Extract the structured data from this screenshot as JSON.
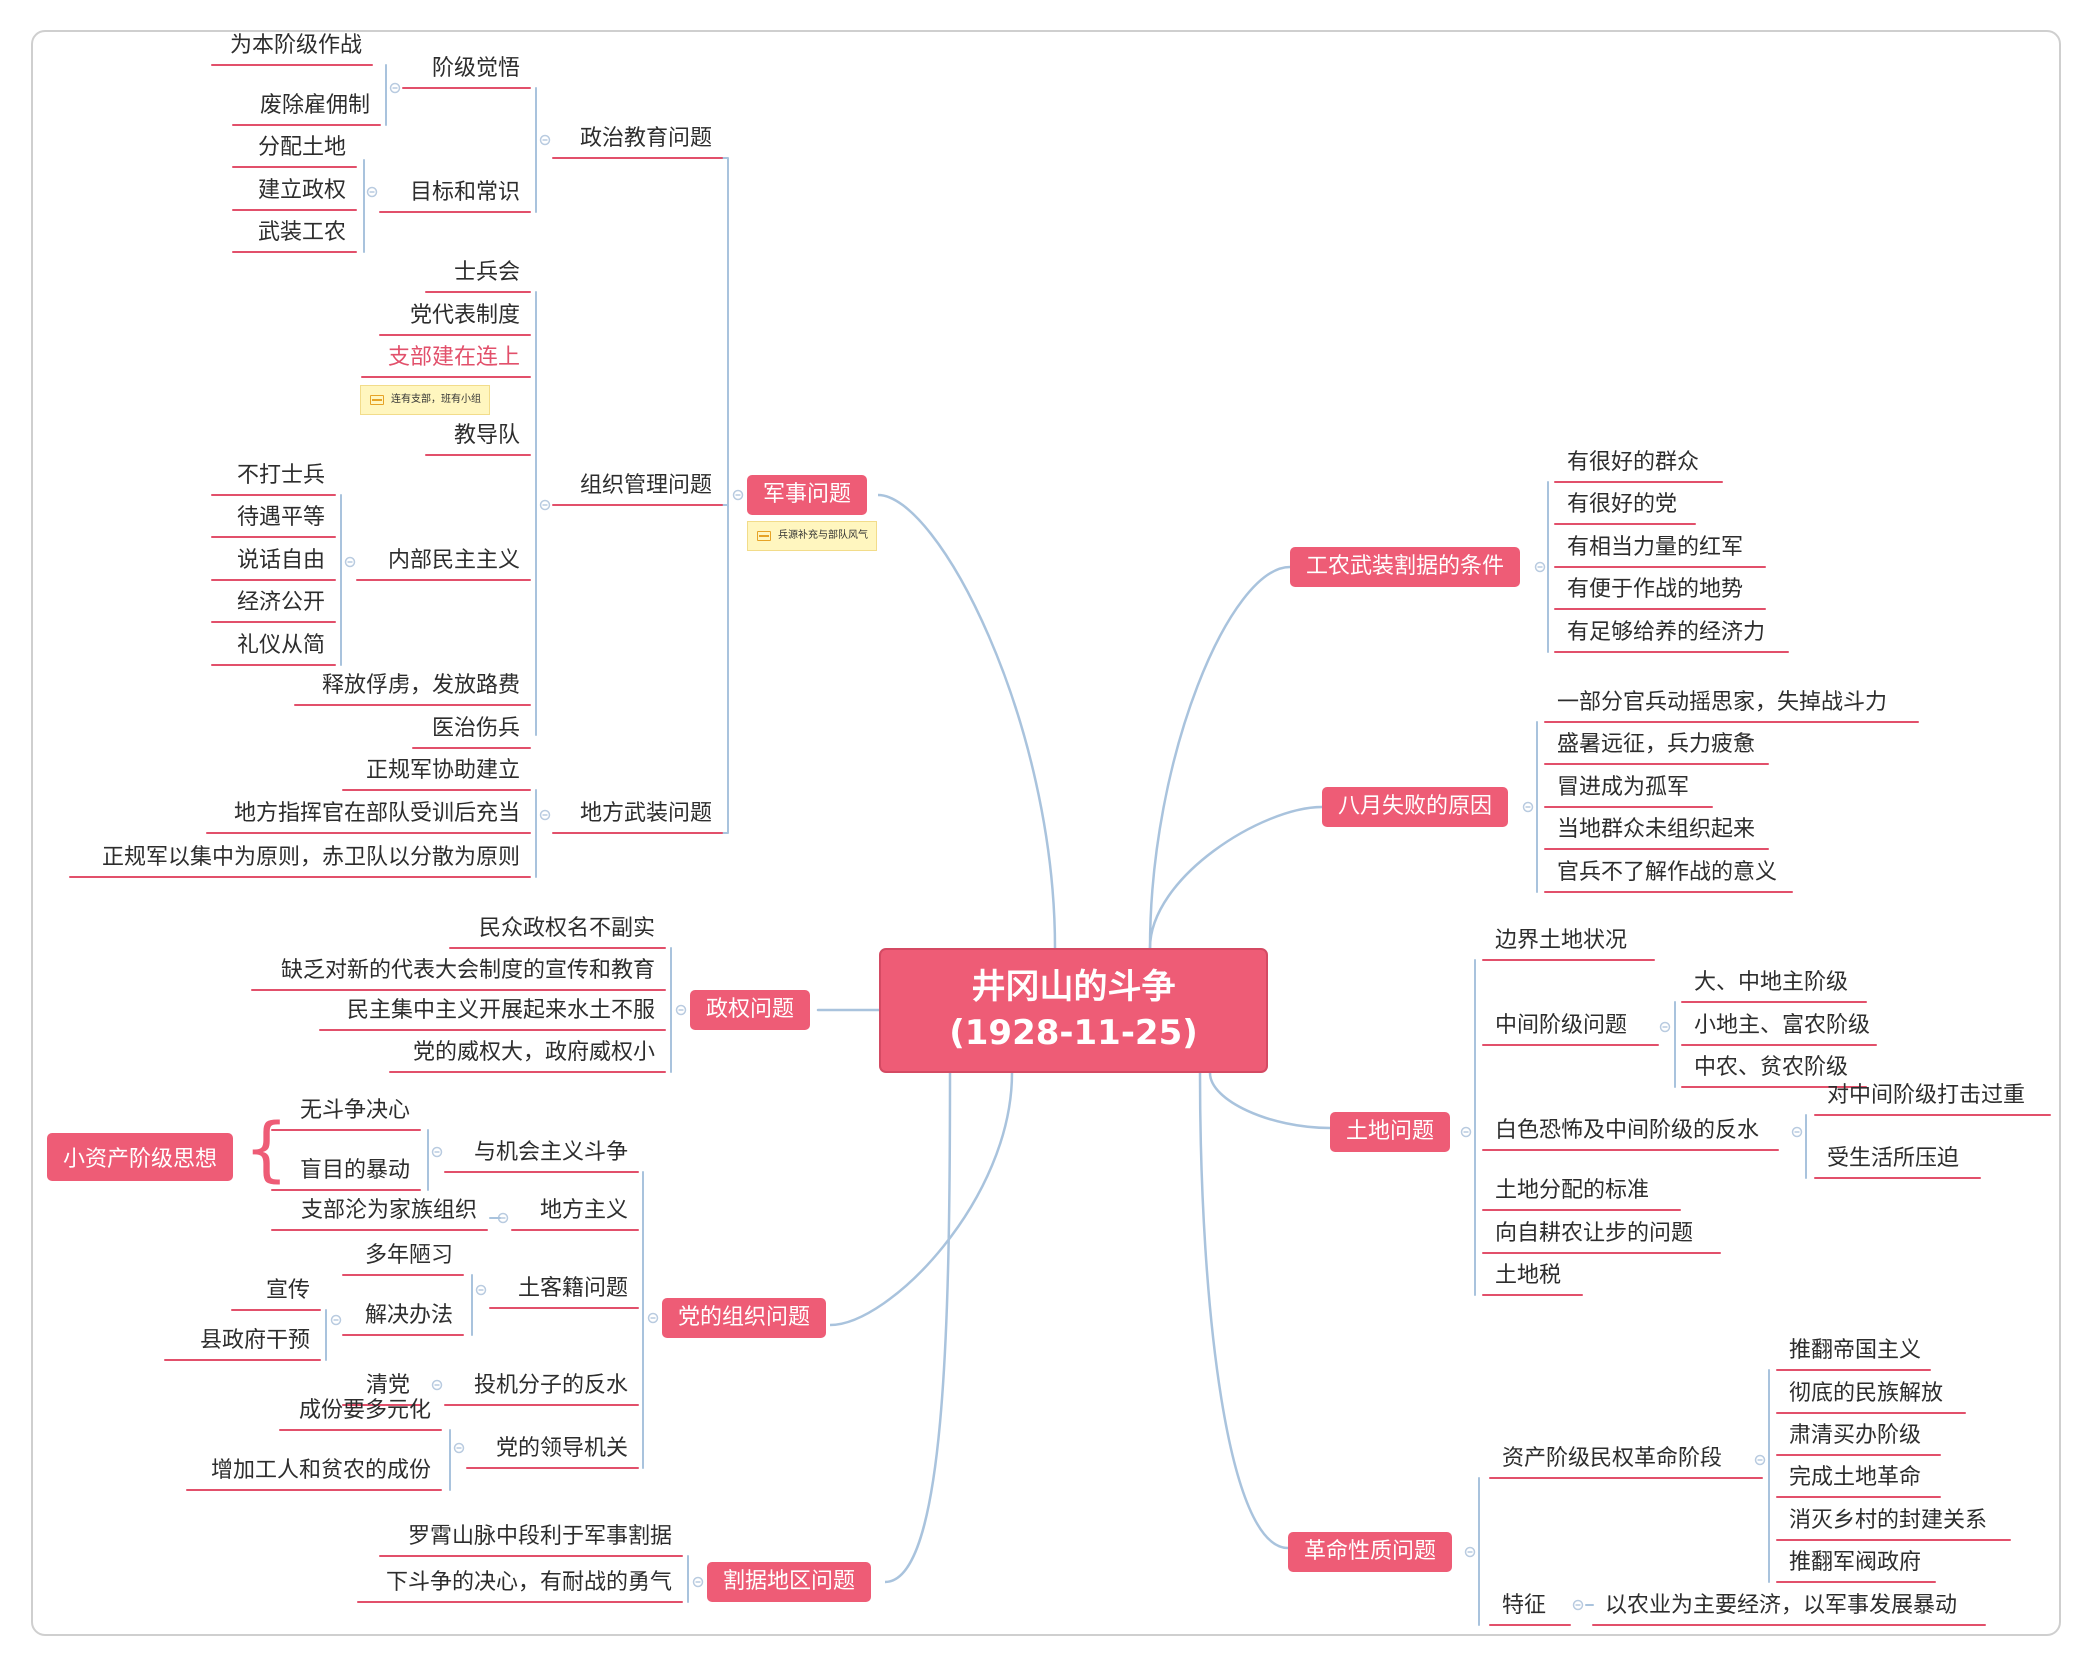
{
  "colors": {
    "branch": "#ee5c76",
    "underline": "#e2506b",
    "connector": "#a9c3dd",
    "collapse": "#b9cbe0"
  },
  "root": {
    "line1": "井冈山的斗争",
    "line2": "(1928-11-25)"
  },
  "left": {
    "military": {
      "label": "军事问题",
      "note": "兵源补充与部队风气",
      "political": {
        "label": "政治教育问题",
        "class": {
          "label": "阶级觉悟",
          "items": [
            "为本阶级作战",
            "废除雇佣制"
          ]
        },
        "goal": {
          "label": "目标和常识",
          "items": [
            "分配土地",
            "建立政权",
            "武装工农"
          ]
        }
      },
      "org": {
        "label": "组织管理问题",
        "items1": [
          "士兵会",
          "党代表制度"
        ],
        "branch": "支部建在连上",
        "branch_note": "连有支部，班有小组",
        "school": "教导队",
        "democracy": {
          "label": "内部民主主义",
          "items": [
            "不打士兵",
            "待遇平等",
            "说话自由",
            "经济公开",
            "礼仪从简"
          ]
        },
        "items2": [
          "释放俘虏，发放路费",
          "医治伤兵"
        ]
      },
      "local": {
        "label": "地方武装问题",
        "items": [
          "正规军协助建立",
          "地方指挥官在部队受训后充当",
          "正规军以集中为原则，赤卫队以分散为原则"
        ]
      }
    },
    "regime": {
      "label": "政权问题",
      "items": [
        "民众政权名不副实",
        "缺乏对新的代表大会制度的宣传和教育",
        "民主集中主义开展起来水土不服",
        "党的威权大，政府威权小"
      ]
    },
    "party": {
      "label": "党的组织问题",
      "opportunism": {
        "label": "与机会主义斗争",
        "items": [
          "无斗争决心",
          "盲目的暴动"
        ],
        "summary": "小资产阶级思想"
      },
      "localism": {
        "label": "地方主义",
        "items": [
          "支部沦为家族组织"
        ]
      },
      "hakka": {
        "label": "土客籍问题",
        "custom": "多年陋习",
        "solution": {
          "label": "解决办法",
          "items": [
            "宣传",
            "县政府干预"
          ]
        }
      },
      "speculators": {
        "label": "投机分子的反水",
        "items": [
          "清党"
        ]
      },
      "leadership": {
        "label": "党的领导机关",
        "items": [
          "成份要多元化",
          "增加工人和贫农的成份"
        ]
      }
    },
    "area": {
      "label": "割据地区问题",
      "items": [
        "罗霄山脉中段利于军事割据",
        "下斗争的决心，有耐战的勇气"
      ]
    }
  },
  "right": {
    "conditions": {
      "label": "工农武装割据的条件",
      "items": [
        "有很好的群众",
        "有很好的党",
        "有相当力量的红军",
        "有便于作战的地势",
        "有足够给养的经济力"
      ]
    },
    "august": {
      "label": "八月失败的原因",
      "items": [
        "一部分官兵动摇思家，失掉战斗力",
        "盛暑远征，兵力疲惫",
        "冒进成为孤军",
        "当地群众未组织起来",
        "官兵不了解作战的意义"
      ]
    },
    "land": {
      "label": "土地问题",
      "border": "边界土地状况",
      "middle": {
        "label": "中间阶级问题",
        "items": [
          "大、中地主阶级",
          "小地主、富农阶级",
          "中农、贫农阶级"
        ]
      },
      "white": {
        "label": "白色恐怖及中间阶级的反水",
        "items": [
          "对中间阶级打击过重",
          "受生活所压迫"
        ]
      },
      "rest": [
        "土地分配的标准",
        "向自耕农让步的问题",
        "土地税"
      ]
    },
    "nature": {
      "label": "革命性质问题",
      "stage": {
        "label": "资产阶级民权革命阶段",
        "items": [
          "推翻帝国主义",
          "彻底的民族解放",
          "肃清买办阶级",
          "完成土地革命",
          "消灭乡村的封建关系",
          "推翻军阀政府"
        ]
      },
      "feature": {
        "label": "特征",
        "items": [
          "以农业为主要经济，以军事发展暴动"
        ]
      }
    }
  }
}
